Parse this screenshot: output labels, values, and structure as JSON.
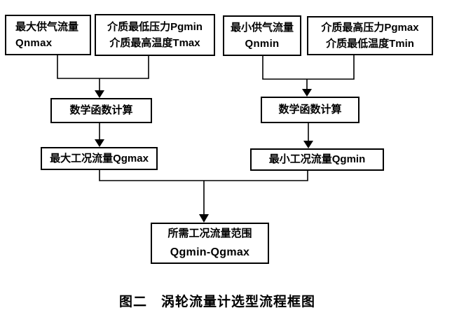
{
  "diagram": {
    "caption": "图二　涡轮流量计选型流程框图",
    "colors": {
      "background": "#ffffff",
      "line": "#000000",
      "box_border": "#000000",
      "text": "#000000"
    },
    "nodes": {
      "qnmax": {
        "line1": "最大供气流量",
        "line2": "Qnmax"
      },
      "pgmin_tmax": {
        "line1": "介质最低压力Pgmin",
        "line2": "介质最高温度Tmax"
      },
      "qnmin": {
        "line1": "最小供气流量",
        "line2": "Qnmin"
      },
      "pgmax_tmin": {
        "line1": "介质最高压力Pgmax",
        "line2": "介质最低温度Tmin"
      },
      "calc_left": {
        "label": "数学函数计算"
      },
      "calc_right": {
        "label": "数学函数计算"
      },
      "qgmax": {
        "label": "最大工况流量Qgmax"
      },
      "qgmin": {
        "label": "最小工况流量Qgmin"
      },
      "result": {
        "line1": "所需工况流量范围",
        "line2": "Qgmin-Qgmax"
      }
    }
  }
}
